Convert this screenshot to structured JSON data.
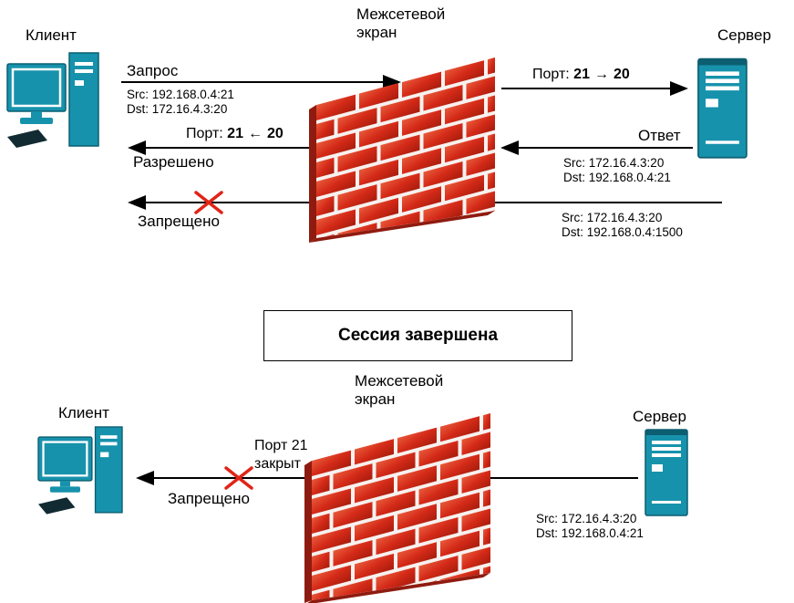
{
  "top": {
    "client_label": "Клиент",
    "firewall_label": "Межсетевой экран",
    "server_label": "Сервер",
    "request_label": "Запрос",
    "request_src": "Src: 192.168.0.4:21",
    "request_dst": "Dst: 172.16.4.3:20",
    "port_right": {
      "prefix": "Порт:",
      "from": "21",
      "to": "20"
    },
    "response_label": "Ответ",
    "port_left": {
      "prefix": "Порт:",
      "from": "21",
      "to": "20"
    },
    "allowed_label": "Разрешено",
    "response_src": "Src: 172.16.4.3:20",
    "response_dst": "Dst: 192.168.0.4:21",
    "denied_label": "Запрещено",
    "blocked_src": "Src: 172.16.4.3:20",
    "blocked_dst": "Dst: 192.168.0.4:1500"
  },
  "session_box": {
    "label": "Сессия завершена"
  },
  "bottom": {
    "client_label": "Клиент",
    "firewall_label": "Межсетевой экран",
    "server_label": "Сервер",
    "port_closed_line1": "Порт 21",
    "port_closed_line2": "закрыт",
    "denied_label": "Запрещено",
    "src": "Src: 172.16.4.3:20",
    "dst": "Dst: 192.168.0.4:21"
  },
  "icons": {
    "arrow_right": "→",
    "arrow_left": "←"
  },
  "colors": {
    "teal": "#1792ac",
    "teal_dark": "#0c5e71",
    "brick": "#d42a18",
    "brick_dark": "#8f1b10",
    "x_red": "#e02417"
  }
}
